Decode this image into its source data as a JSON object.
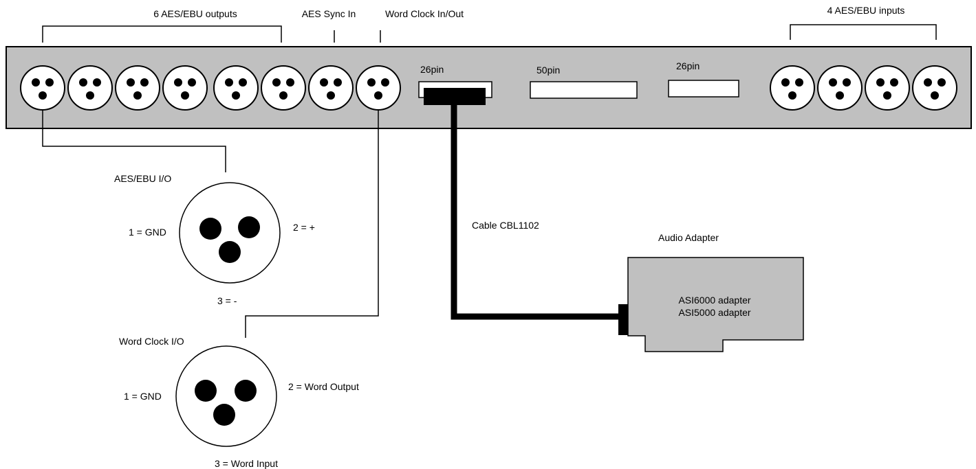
{
  "colors": {
    "panel": "#c0c0c0",
    "stroke": "#000000",
    "background": "#ffffff",
    "pin": "#000000",
    "cable": "#000000",
    "adapter": "#c0c0c0"
  },
  "labels": {
    "outputs": "6 AES/EBU outputs",
    "sync_in": "AES Sync In",
    "word_clock": "Word Clock In/Out",
    "inputs": "4 AES/EBU inputs",
    "conn_26pin_left": "26pin",
    "conn_50pin": "50pin",
    "conn_26pin_right": "26pin",
    "cable": "Cable CBL1102",
    "audio_adapter": "Audio Adapter",
    "adapter_line1": "ASI6000 adapter",
    "adapter_line2": "ASI5000 adapter"
  },
  "aes_io": {
    "title": "AES/EBU I/O",
    "pin1": "1 = GND",
    "pin2": "2 = +",
    "pin3": "3 = -"
  },
  "word_clock_io": {
    "title": "Word Clock I/O",
    "pin1": "1 = GND",
    "pin2": "2 = Word Output",
    "pin3": "3 = Word Input"
  }
}
